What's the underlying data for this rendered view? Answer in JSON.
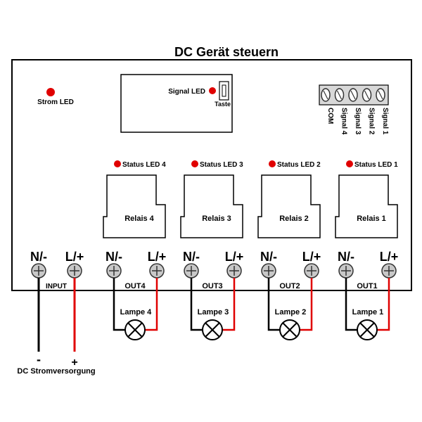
{
  "title": "DC Gerät steuern",
  "power_led_label": "Strom LED",
  "signal_led_label": "Signal LED",
  "button_label": "Taste",
  "input_label": "INPUT",
  "power_supply_label": "DC Stromversorgung",
  "supply_minus": "-",
  "supply_plus": "+",
  "terminal_neg": "N/-",
  "terminal_pos": "L/+",
  "signal_pins": [
    "COM",
    "Signal 4",
    "Signal 3",
    "Signal 2",
    "Signal 1"
  ],
  "channels": [
    {
      "status_led": "Status LED 4",
      "relay": "Relais 4",
      "output": "OUT4",
      "lamp": "Lampe 4"
    },
    {
      "status_led": "Status LED 3",
      "relay": "Relais 3",
      "output": "OUT3",
      "lamp": "Lampe 3"
    },
    {
      "status_led": "Status LED 2",
      "relay": "Relais 2",
      "output": "OUT2",
      "lamp": "Lampe 2"
    },
    {
      "status_led": "Status LED 1",
      "relay": "Relais 1",
      "output": "OUT1",
      "lamp": "Lampe 1"
    }
  ],
  "colors": {
    "led": "#e00000",
    "wire_pos": "#e00000",
    "wire_neg": "#000000",
    "screw": "#c8c8c8"
  }
}
